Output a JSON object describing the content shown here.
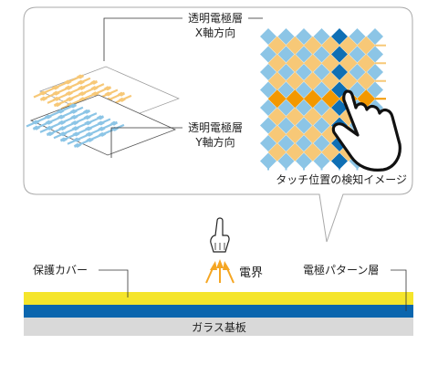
{
  "labels": {
    "x_layer_line1": "透明電極層",
    "x_layer_line2": "X軸方向",
    "y_layer_line1": "透明電極層",
    "y_layer_line2": "Y軸方向",
    "touch_detection": "タッチ位置の検知イメージ",
    "protective_cover": "保護カバー",
    "electric_field": "電界",
    "electrode_pattern_layer": "電極パターン層",
    "glass_substrate": "ガラス基板"
  },
  "colors": {
    "x_electrode": "#f7c877",
    "y_electrode": "#8cc5e6",
    "highlight_orange": "#f39800",
    "highlight_blue": "#0f6fb4",
    "cover_yellow": "#f5e52b",
    "electrode_blue": "#0b66ae",
    "glass_gray": "#d9d9d9",
    "field_arrow": "#f5a623"
  },
  "touch_grid": {
    "rows": 7,
    "cols": 6,
    "touch_row": 3,
    "touch_col": 4
  }
}
